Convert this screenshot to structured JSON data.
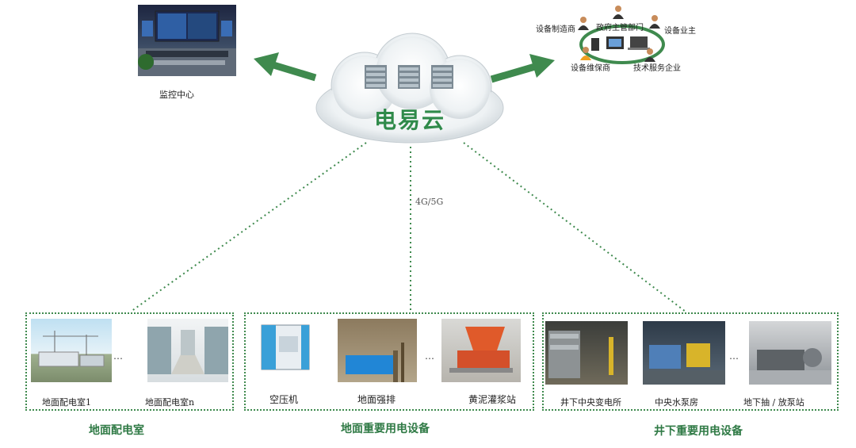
{
  "cloud": {
    "title": "电易云",
    "link_label": "4G/5G"
  },
  "monitor": {
    "label": "监控中心"
  },
  "stakeholders": {
    "manufacturer": "设备制造商",
    "government": "政府主管部门",
    "owner": "设备业主",
    "maintainer": "设备维保商",
    "tech_service": "技术服务企业"
  },
  "groups": [
    {
      "caption": "地面配电室",
      "items": [
        "地面配电室1",
        "地面配电室n"
      ]
    },
    {
      "caption": "地面重要用电设备",
      "items": [
        "空压机",
        "地面强排",
        "黄泥灌浆站"
      ]
    },
    {
      "caption": "井下重要用电设备",
      "items": [
        "井下中央变电所",
        "中央水泵房",
        "地下抽 / 放泵站"
      ]
    }
  ],
  "ellipsis": "…",
  "colors": {
    "accent": "#3f8a4e",
    "cloud_text": "#2f8a4a",
    "caption": "#2f7a45"
  }
}
